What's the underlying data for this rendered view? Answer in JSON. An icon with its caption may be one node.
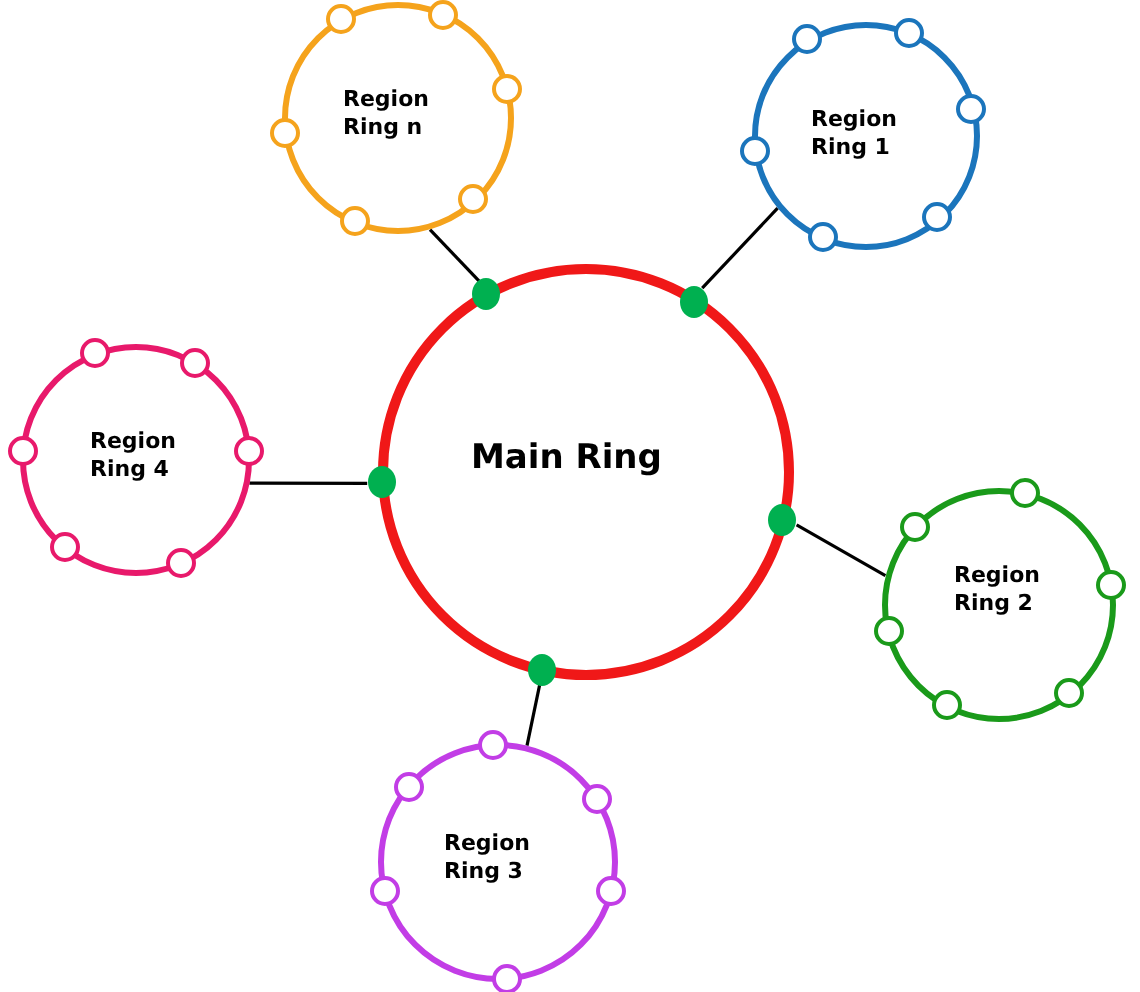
{
  "diagram": {
    "nodes": [
      {
        "text": [
          "Region Ring n"
        ]
      },
      {
        "text": [
          "Region Ring 1"
        ]
      },
      {
        "text": [
          "Region Ring 4"
        ]
      },
      {
        "text": [
          "Main Ring"
        ]
      },
      {
        "text": [
          "Region Ring 2"
        ]
      },
      {
        "text": [
          "Region Ring 3"
        ]
      }
    ],
    "edges": [
      {
        "from": 3,
        "to": 0,
        "arrow": "none"
      },
      {
        "from": 3,
        "to": 1,
        "arrow": "none"
      },
      {
        "from": 3,
        "to": 2,
        "arrow": "none"
      },
      {
        "from": 3,
        "to": 4,
        "arrow": "none"
      },
      {
        "from": 3,
        "to": 5,
        "arrow": "none"
      }
    ]
  }
}
